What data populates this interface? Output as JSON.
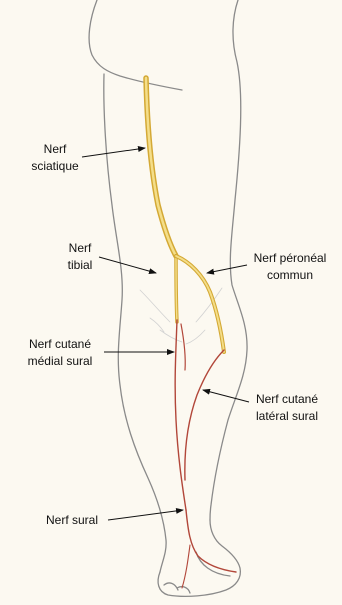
{
  "labels": {
    "sciatic": {
      "line1": "Nerf",
      "line2": "sciatique"
    },
    "tibial": {
      "line1": "Nerf",
      "line2": "tibial"
    },
    "common_peroneal": {
      "line1": "Nerf péronéal",
      "line2": "commun"
    },
    "medial_sural_cutaneous": {
      "line1": "Nerf cutané",
      "line2": "médial sural"
    },
    "lateral_sural_cutaneous": {
      "line1": "Nerf cutané",
      "line2": "latéral sural"
    },
    "sural": {
      "line1": "Nerf sural"
    }
  },
  "colors": {
    "background": "#fcf9f1",
    "outline": "#8a8a8a",
    "nerve_main_outer": "#d4a935",
    "nerve_main_inner": "#f4de8a",
    "nerve_branch": "#b2473a"
  }
}
